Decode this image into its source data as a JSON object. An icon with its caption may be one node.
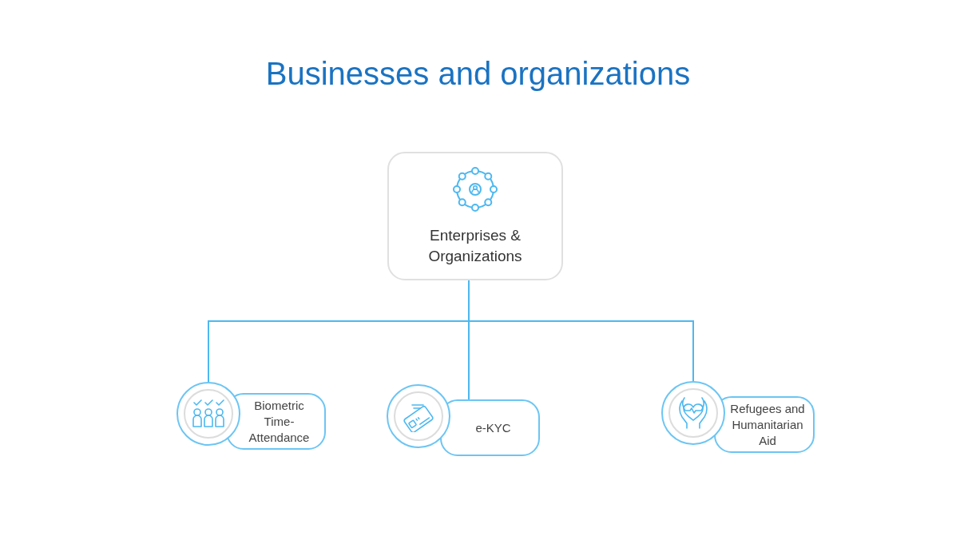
{
  "diagram": {
    "title": "Businesses and organizations",
    "nodes": [
      {
        "text": [
          "Enterprises & Organizations"
        ]
      },
      {
        "text": [
          "Biometric Time-Attendance"
        ]
      },
      {
        "text": [
          "e-KYC"
        ]
      },
      {
        "text": [
          "Refugees and Humanitarian Aid"
        ]
      }
    ],
    "edges": [
      {
        "from": 0,
        "to": 1,
        "arrow": "none"
      },
      {
        "from": 0,
        "to": 2,
        "arrow": "none"
      },
      {
        "from": 0,
        "to": 3,
        "arrow": "none"
      }
    ]
  }
}
